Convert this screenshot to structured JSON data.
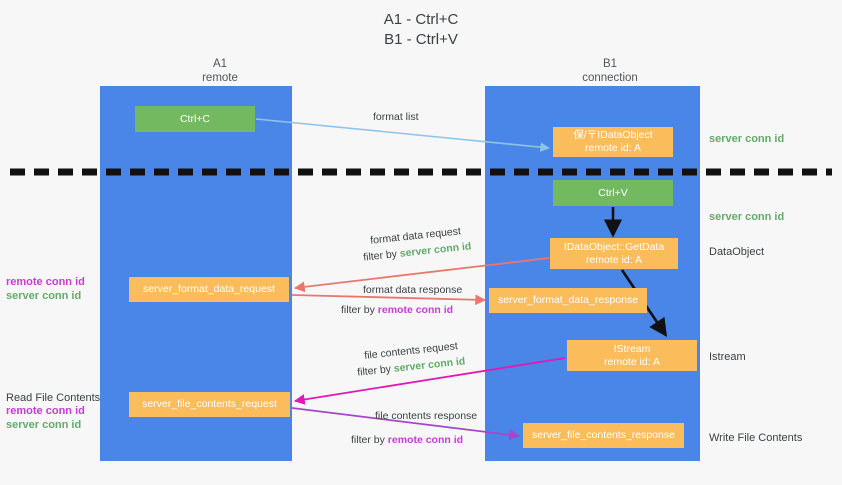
{
  "title": "A1 - Ctrl+C\nB1 - Ctrl+V",
  "lanes": [
    {
      "id": "a1",
      "name": "A1",
      "sub": "remote",
      "header": "A1\nremote",
      "color": "#4a86e8"
    },
    {
      "id": "b1",
      "name": "B1",
      "sub": "connection",
      "header": "B1\nconnection",
      "color": "#4a86e8"
    }
  ],
  "nodes": [
    {
      "id": "ctrl-c",
      "label": "Ctrl+C",
      "color": "#73b95f",
      "lane": "a1"
    },
    {
      "id": "idataobject",
      "label": "保/〒IDataObject\nremote id: A",
      "color": "#fbbc5c",
      "lane": "b1"
    },
    {
      "id": "ctrl-v",
      "label": "Ctrl+V",
      "color": "#73b95f",
      "lane": "b1"
    },
    {
      "id": "getdata",
      "label": "IDataObject::GetData\nremote id: A",
      "color": "#fbbc5c",
      "lane": "b1"
    },
    {
      "id": "server-format-data-request",
      "label": "server_format_data_request",
      "color": "#fbbc5c",
      "lane": "a1"
    },
    {
      "id": "server-format-data-response",
      "label": "server_format_data_response",
      "color": "#fbbc5c",
      "lane": "b1"
    },
    {
      "id": "istream",
      "label": "IStream\nremote id: A",
      "color": "#fbbc5c",
      "lane": "b1"
    },
    {
      "id": "server-file-contents-request",
      "label": "server_file_contents_request",
      "color": "#fbbc5c",
      "lane": "a1"
    },
    {
      "id": "server-file-contents-response",
      "label": "server_file_contents_response",
      "color": "#fbbc5c",
      "lane": "b1"
    }
  ],
  "edges": {
    "format_list": "format list",
    "format_data_request": "format data request",
    "format_data_request_filter_prefix": "filter by ",
    "format_data_request_filter_key": "server conn id",
    "format_data_response": "format data response",
    "format_data_response_filter_prefix": "filter by ",
    "format_data_response_filter_key": "remote conn id",
    "file_contents_request": "file contents request",
    "file_contents_request_filter_prefix": "filter by ",
    "file_contents_request_filter_key": "server conn id",
    "file_contents_response": "file contents response",
    "file_contents_response_filter_prefix": "filter by ",
    "file_contents_response_filter_key": "remote conn id"
  },
  "annotations": {
    "right": [
      {
        "id": "server-conn-id-top",
        "text": "server conn id",
        "color": "#63ab6a"
      },
      {
        "id": "server-conn-id-mid",
        "text": "server conn id",
        "color": "#63ab6a"
      },
      {
        "id": "dataobject",
        "text": "DataObject",
        "color": "#3c4043"
      },
      {
        "id": "istream",
        "text": "Istream",
        "color": "#3c4043"
      },
      {
        "id": "write-file-contents",
        "text": "Write File Contents",
        "color": "#3c4043"
      }
    ],
    "left": {
      "remote_conn_id": "remote conn id",
      "server_conn_id": "server conn id",
      "read_file_contents": "Read File Contents"
    }
  },
  "colors": {
    "lane": "#4a86e8",
    "green_node": "#73b95f",
    "orange_node": "#fbbc5c",
    "green_text": "#63ab6a",
    "purple_text": "#c23fd0",
    "red_arrow": "#e8786e",
    "blue_arrow": "#8fc4ea",
    "magenta_arrow": "#e318b4",
    "purple_arrow": "#a347c9",
    "black": "#111111",
    "background": "#f7f7f7"
  }
}
